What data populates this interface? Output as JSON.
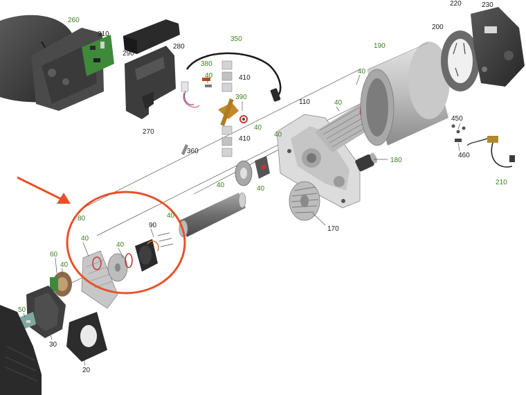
{
  "labels": {
    "l260": "260",
    "l310": "310",
    "l290": "290",
    "l280": "280",
    "l270": "270",
    "l350": "350",
    "l380": "380",
    "l40a": "40",
    "l410a": "410",
    "l390": "390",
    "l40b": "40",
    "l410b": "410",
    "l360": "360",
    "l110": "110",
    "l190": "190",
    "l40c": "40",
    "l40d": "40",
    "l40e": "40",
    "l220": "220",
    "l230": "230",
    "l200": "200",
    "l450": "450",
    "l460": "460",
    "l210": "210",
    "l180": "180",
    "l40f": "40",
    "l40g": "40",
    "l170": "170",
    "l40h": "40",
    "l90": "90",
    "l80": "80",
    "l40i": "40",
    "l40j": "40",
    "l60": "60",
    "l40k": "40",
    "l50": "50",
    "l30": "30",
    "l20": "20"
  },
  "colors": {
    "label_green": "#3a7d1e",
    "label_black": "#1a1a1a",
    "callout_red": "#e8502a",
    "part_dark": "#3a3a3a",
    "part_grey": "#9a9a9a",
    "part_light": "#d4d4d4",
    "pcb_green": "#3e8a3a",
    "brass": "#c08a2a"
  },
  "callout": {
    "shape": "circle-highlight",
    "arrow": "arrow-pointing-right-down"
  }
}
